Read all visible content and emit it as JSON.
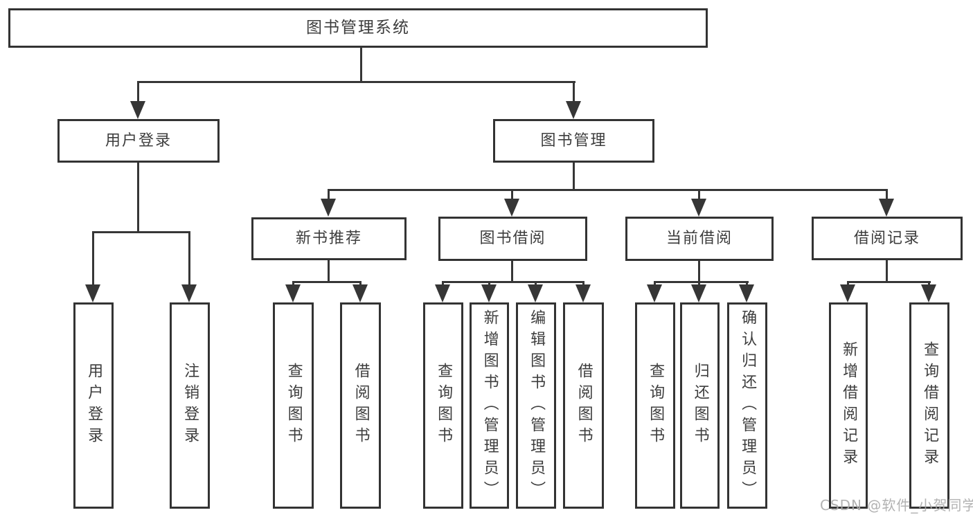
{
  "nodes": {
    "root": "图书管理系统",
    "user_login": "用户登录",
    "book_management": "图书管理",
    "new_book_recommend": "新书推荐",
    "book_borrow": "图书借阅",
    "current_borrow": "当前借阅",
    "borrow_records": "借阅记录",
    "leaf_user_login": "用户登录",
    "leaf_logout": "注销登录",
    "leaf_query_book_a": "查询图书",
    "leaf_borrow_book_a": "借阅图书",
    "leaf_query_book_b": "查询图书",
    "leaf_add_book_admin": "新增图书（管理员）",
    "leaf_edit_book_admin": "编辑图书（管理员）",
    "leaf_borrow_book_b": "借阅图书",
    "leaf_query_book_c": "查询图书",
    "leaf_return_book": "归还图书",
    "leaf_confirm_return_admin": "确认归还（管理员）",
    "leaf_add_borrow_record": "新增借阅记录",
    "leaf_query_borrow_record": "查询借阅记录"
  },
  "watermark": "CSDN @软件_小贺同学",
  "colors": {
    "line": "#363636",
    "box_border": "#333333",
    "text": "#3d3d3d",
    "background": "#ffffff",
    "watermark": "#aaaaaa"
  }
}
